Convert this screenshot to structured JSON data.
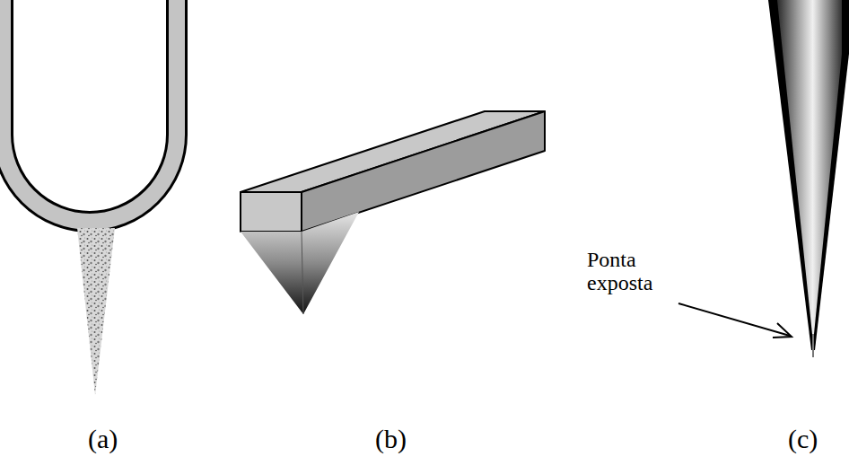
{
  "diagram": {
    "labels": [
      "Ponta exposta",
      "(a)",
      "(b)",
      "(c)"
    ]
  }
}
